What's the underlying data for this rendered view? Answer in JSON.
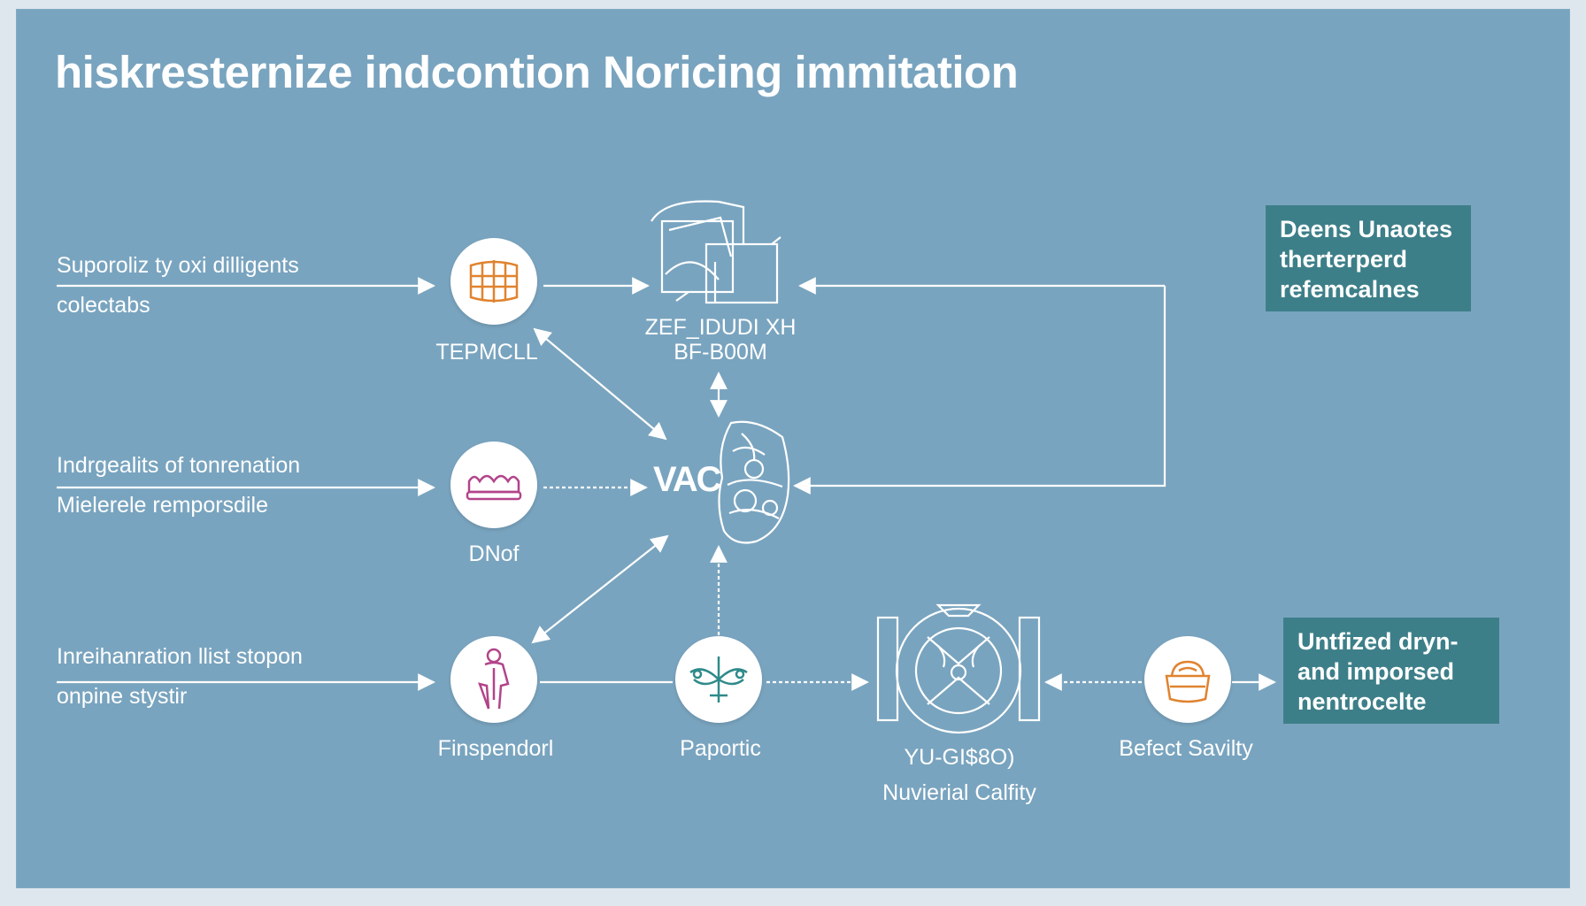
{
  "title": "hiskresternize indcontion Noricing immitation",
  "left_labels": [
    {
      "line1": "Suporoliz ty oxi dilligents",
      "line2": "colectabs"
    },
    {
      "line1": "Indrgealits of tonrenation",
      "line2": "Mielerele remporsdile"
    },
    {
      "line1": "Inreihanration llist stopon",
      "line2": "onpine stystir"
    }
  ],
  "nodes": {
    "tepmcll": {
      "label": "TEPMCLL",
      "icon": "grid-icon",
      "color": "#e0832f"
    },
    "dnof": {
      "label": "DNof",
      "icon": "crown-tray-icon",
      "color": "#b2448a"
    },
    "finspendorl": {
      "label": "Finspendorl",
      "icon": "figure-icon",
      "color": "#b2448a"
    },
    "paportic": {
      "label": "Paportic",
      "icon": "compass-icon",
      "color": "#2f8a8a"
    },
    "befect": {
      "label": "Befect Savilty",
      "icon": "basket-icon",
      "color": "#e0832f"
    }
  },
  "line_art": {
    "top": {
      "line1": "ZEF_IDUDI XH",
      "line2": "BF-B00M",
      "icon": "documents-icon"
    },
    "center": {
      "text": "VAC",
      "icon": "cluster-icon"
    },
    "wheel": {
      "line1": "YU-GI$8O)",
      "line2": "Nuvierial Calfity",
      "icon": "wheel-icon"
    }
  },
  "notes": [
    {
      "line1": "Deens Unaotes",
      "line2": "therterperd",
      "line3": "refemcalnes"
    },
    {
      "line1": "Untfized dryn-",
      "line2": "and imporsed",
      "line3": "nentrocelte"
    }
  ],
  "colors": {
    "background": "#79a4bf",
    "note": "#3d7f89",
    "line": "#ffffff"
  }
}
